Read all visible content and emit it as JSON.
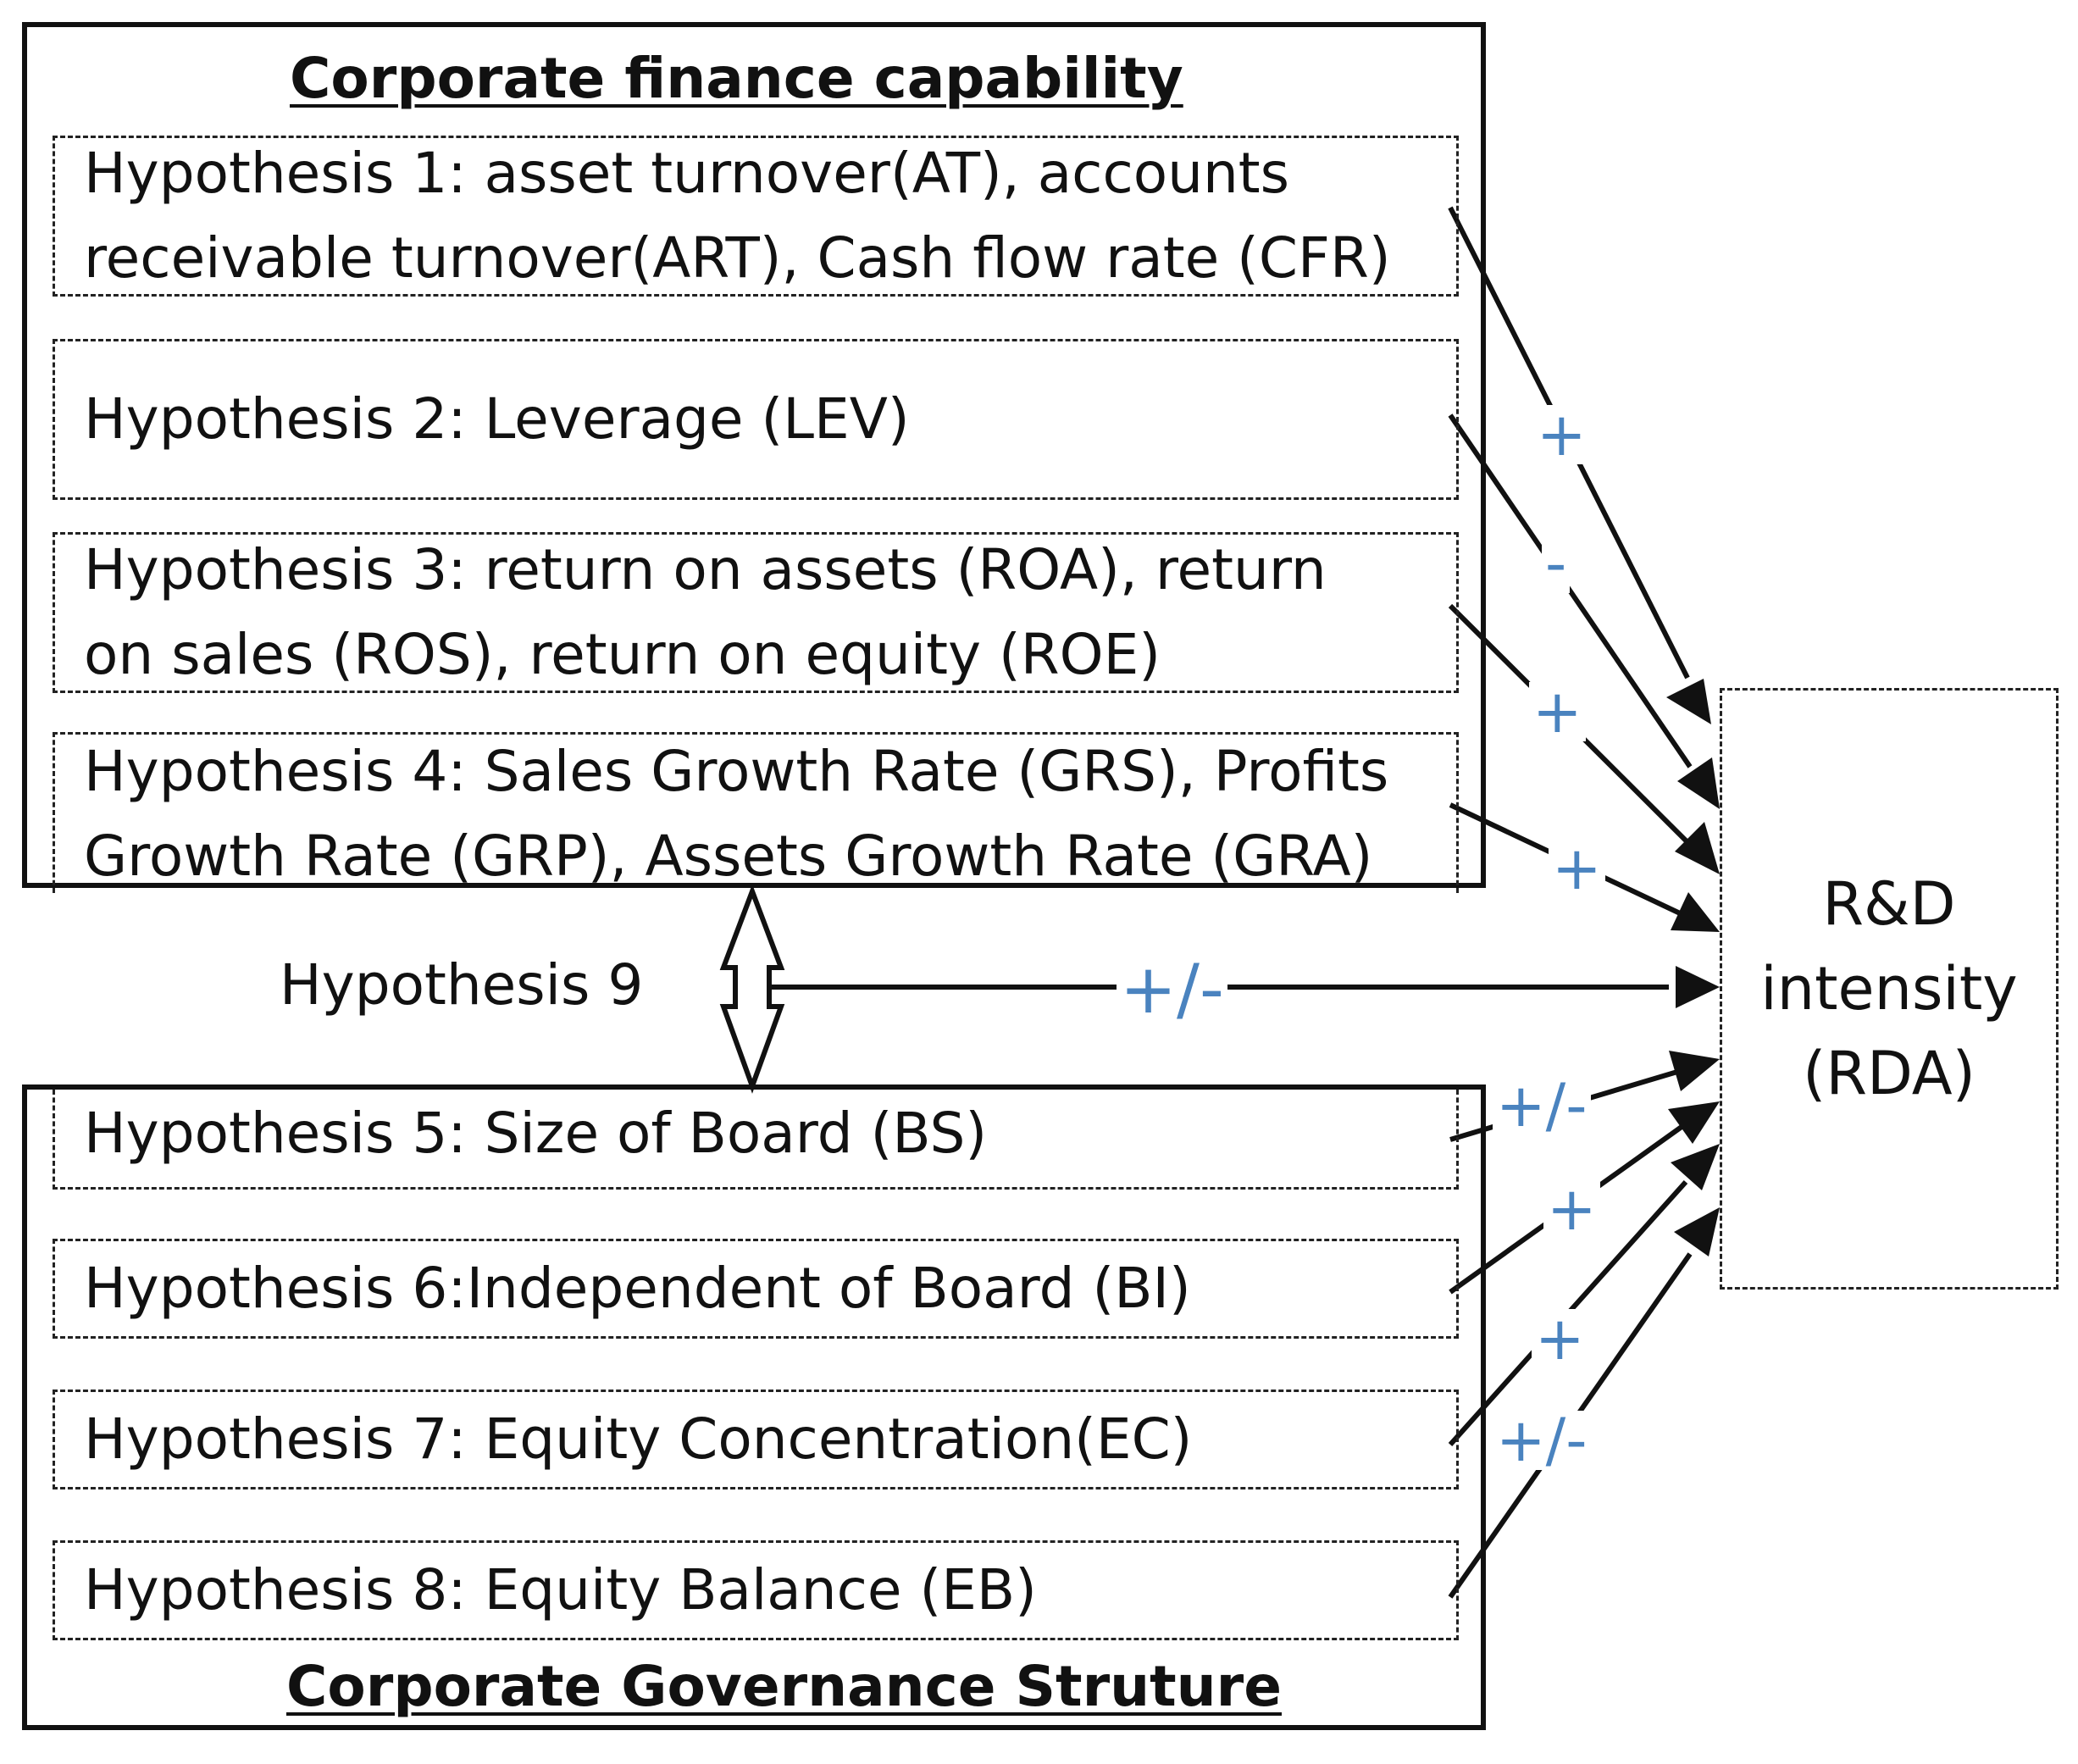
{
  "finance_group": {
    "title": "Corporate finance capability",
    "hypotheses": [
      {
        "lines": [
          "Hypothesis 1: asset turnover(AT), accounts",
          "receivable turnover(ART), Cash flow rate (CFR)"
        ]
      },
      {
        "lines": [
          "Hypothesis 2: Leverage (LEV)"
        ]
      },
      {
        "lines": [
          "Hypothesis 3: return on assets (ROA), return",
          "on sales (ROS), return on equity (ROE)"
        ]
      },
      {
        "lines": [
          "Hypothesis 4: Sales Growth Rate (GRS), Profits",
          "Growth Rate (GRP), Assets Growth Rate (GRA)"
        ]
      }
    ]
  },
  "governance_group": {
    "title": "Corporate Governance Struture",
    "hypotheses": [
      {
        "lines": [
          "Hypothesis 5: Size of Board (BS)"
        ]
      },
      {
        "lines": [
          "Hypothesis 6:Independent of Board (BI)"
        ]
      },
      {
        "lines": [
          "Hypothesis 7: Equity Concentration(EC)"
        ]
      },
      {
        "lines": [
          "Hypothesis 8: Equity Balance (EB)"
        ]
      }
    ]
  },
  "interaction": {
    "label": "Hypothesis 9",
    "sign": "+/-"
  },
  "outcome": {
    "lines": [
      "R&D",
      "intensity",
      "(RDA)"
    ]
  },
  "signs": {
    "h1": "+",
    "h2": "-",
    "h3": "+",
    "h4": "+",
    "h5": "+/-",
    "h6": "+",
    "h7": "+",
    "h8": "+/-"
  },
  "colors": {
    "sign_color": "#4a83bf",
    "line_color": "#111111"
  }
}
